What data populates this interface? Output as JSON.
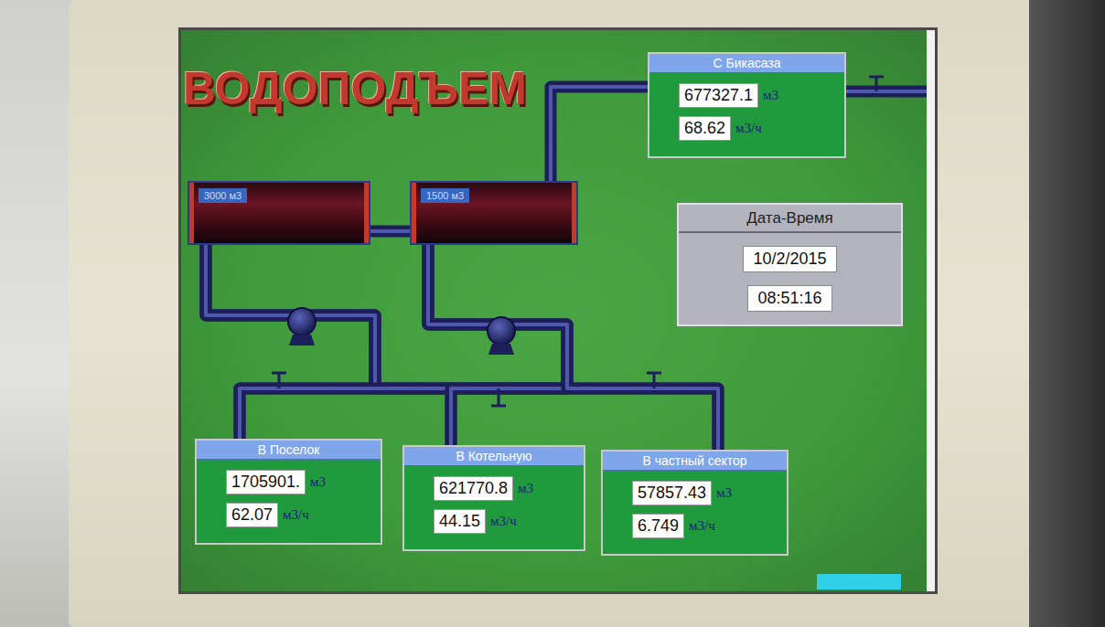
{
  "diagram": {
    "title": "ВОДОПОДЪЕМ",
    "nodes": [
      {
        "text": [
          "3000 м3"
        ]
      },
      {
        "text": [
          "1500 м3"
        ]
      },
      {
        "text": [
          "С Бикасаза",
          "677327.1",
          "м3",
          "68.62",
          "м3/ч"
        ]
      },
      {
        "text": [
          "Дата-Время",
          "10/2/2015",
          "08:51:16"
        ]
      },
      {
        "text": [
          "В Поселок",
          "1705901.",
          "м3",
          "62.07",
          "м3/ч"
        ]
      },
      {
        "text": [
          "В Котельную",
          "621770.8",
          "м3",
          "44.15",
          "м3/ч"
        ]
      },
      {
        "text": [
          "В частный сектор",
          "57857.43",
          "м3",
          "6.749",
          "м3/ч"
        ]
      }
    ],
    "edges": [
      {
        "from": 2,
        "to": 1,
        "arrow": "none"
      },
      {
        "from": 0,
        "to": 1,
        "arrow": "none"
      },
      {
        "from": 0,
        "to": 4,
        "arrow": "none"
      },
      {
        "from": 0,
        "to": 5,
        "arrow": "none"
      },
      {
        "from": 0,
        "to": 6,
        "arrow": "none"
      },
      {
        "from": 1,
        "to": 4,
        "arrow": "none"
      },
      {
        "from": 1,
        "to": 5,
        "arrow": "none"
      },
      {
        "from": 1,
        "to": 6,
        "arrow": "none"
      }
    ]
  }
}
